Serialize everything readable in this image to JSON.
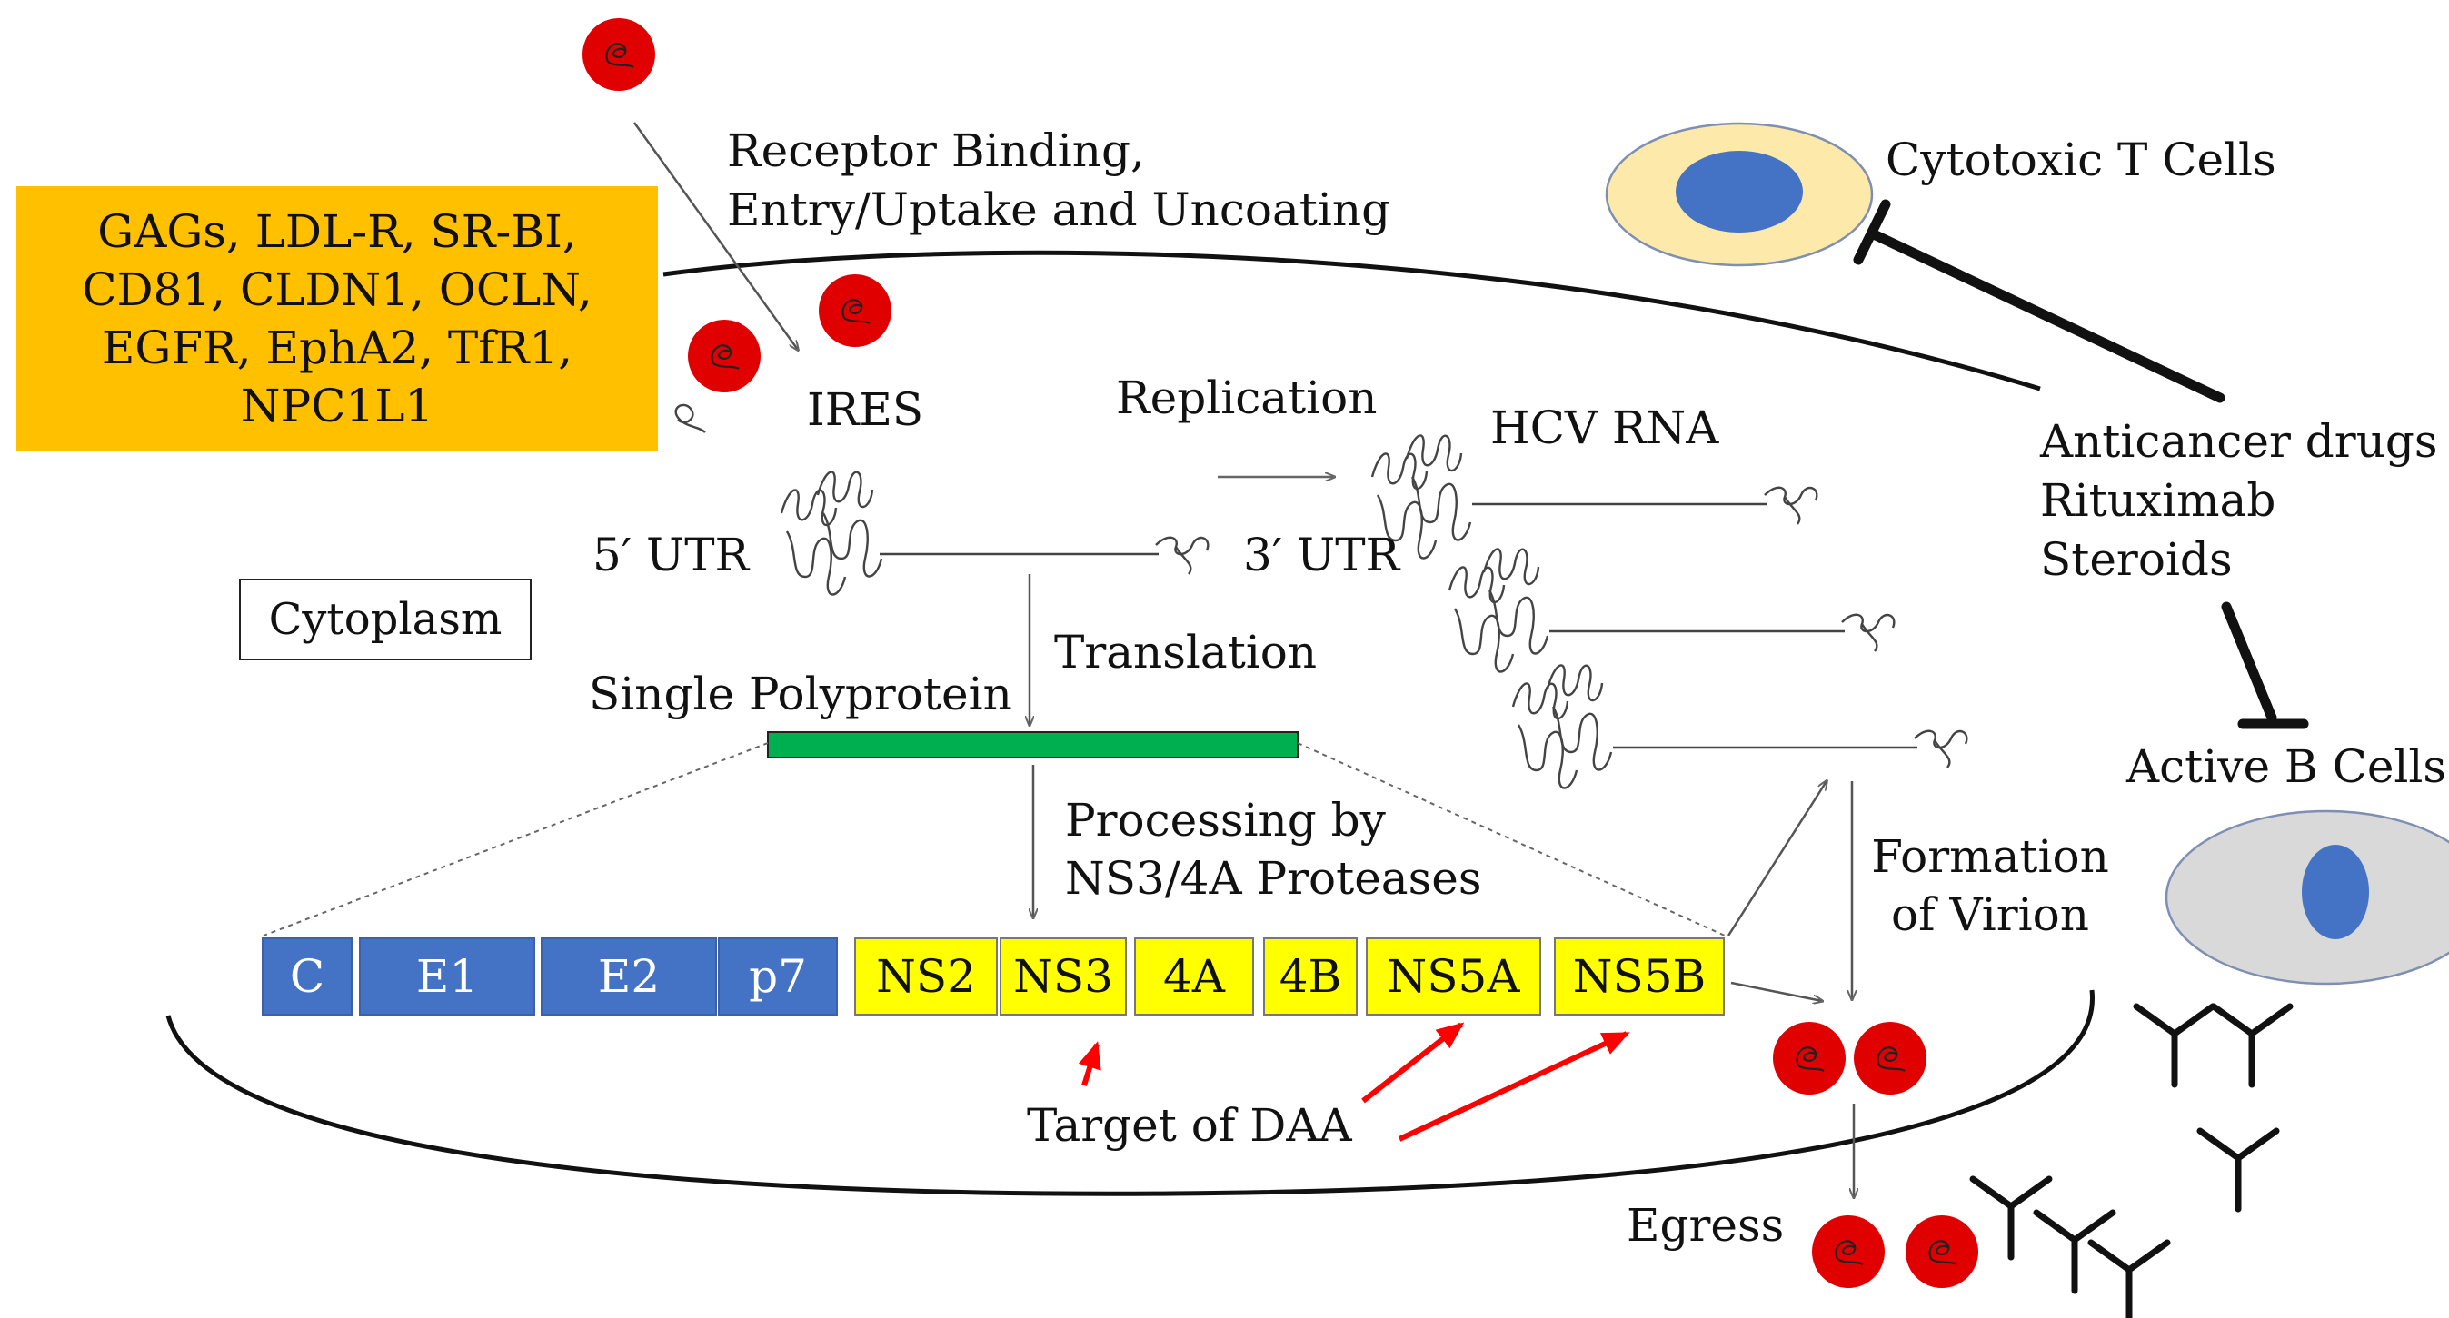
{
  "receptors": {
    "text": "GAGs, LDL-R, SR-BI,\nCD81, CLDN1, OCLN,\nEGFR, EphA2, TfR1,\nNPC1L1",
    "color": "#ffc000"
  },
  "labels": {
    "entry_line1": "Receptor  Binding,",
    "entry_line2": "Entry/Uptake  and  Uncoating",
    "ires": "IRES",
    "replication": "Replication",
    "hcv_rna": "HCV RNA",
    "utr5": "5′ UTR",
    "utr3": "3′ UTR",
    "cytoplasm": "Cytoplasm",
    "translation": "Translation",
    "single_polyprotein": "Single Polyprotein",
    "processing_line1": "Processing by",
    "processing_line2": "NS3/4A Proteases",
    "target_daa": "Target of DAA",
    "formation_line1": "Formation",
    "formation_line2": "of Virion",
    "egress": "Egress",
    "cytotoxic_t": "Cytotoxic T Cells",
    "drug1": "Anticancer drugs",
    "drug2": "Rituximab",
    "drug3": "Steroids",
    "active_b": "Active B Cells"
  },
  "polyprotein_segments": [
    {
      "label": "C",
      "group": "structural"
    },
    {
      "label": "E1",
      "group": "structural"
    },
    {
      "label": "E2",
      "group": "structural"
    },
    {
      "label": "p7",
      "group": "structural"
    },
    {
      "label": "NS2",
      "group": "nonstructural"
    },
    {
      "label": "NS3",
      "group": "nonstructural"
    },
    {
      "label": "4A",
      "group": "nonstructural"
    },
    {
      "label": "4B",
      "group": "nonstructural"
    },
    {
      "label": "NS5A",
      "group": "nonstructural"
    },
    {
      "label": "NS5B",
      "group": "nonstructural"
    }
  ],
  "colors": {
    "structural": "#4472c4",
    "nonstructural": "#ffff00",
    "polyprotein_bar": "#00b050",
    "virion": "#e00000",
    "daa_arrow": "#ff0000",
    "t_cell_outer": "#fde9a9",
    "t_cell_nucleus": "#4472c4",
    "b_cell_outer": "#d9d9d9"
  }
}
